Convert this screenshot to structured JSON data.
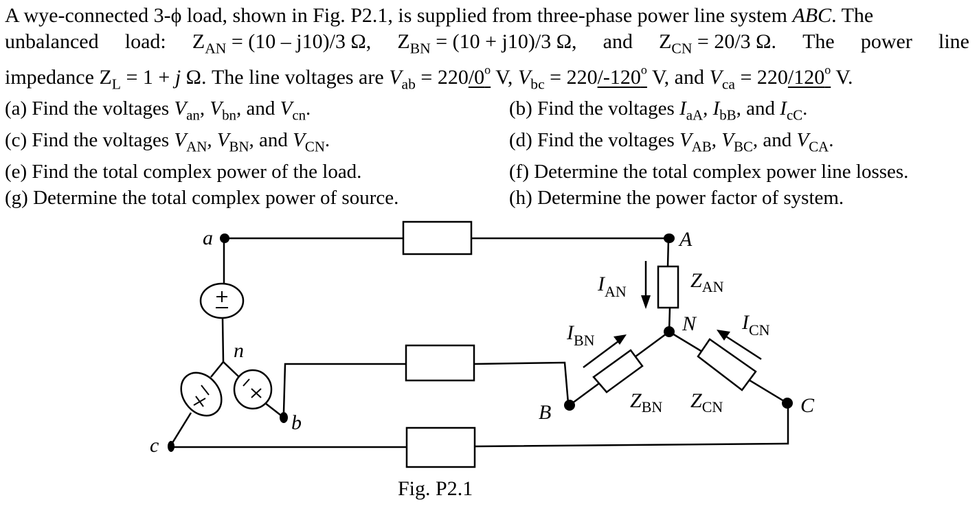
{
  "problem": {
    "line1": {
      "p1": "A wye-connected 3-",
      "phi": "ϕ",
      "p2": " load, shown in Fig. P2.1, is supplied from three-phase power line system ",
      "abc": "ABC",
      "p3": ". The"
    },
    "line2": {
      "w1": "unbalanced",
      "w2": "load:",
      "zan_sym": "Z",
      "zan_sub": "AN",
      "zan_val": "= (10 – j10)/3 Ω,",
      "zbn_sym": "Z",
      "zbn_sub": "BN",
      "zbn_val": "= (10 + j10)/3 Ω,",
      "and": "and",
      "zcn_sym": "Z",
      "zcn_sub": "CN",
      "zcn_val": "= 20/3 Ω.",
      "w3": "The",
      "w4": "power",
      "w5": "line"
    },
    "line3": {
      "p1": "impedance ",
      "zl_sym": "Z",
      "zl_sub": "L",
      "p2": " = 1 + ",
      "j": "j",
      "p3": " Ω. The line voltages are ",
      "vab_sym": "V",
      "vab_sub": "ab",
      "vab_eq": " = 220",
      "vab_ang": "/0",
      "deg": "o",
      "unit": " V, ",
      "vbc_sym": "V",
      "vbc_sub": "bc",
      "vbc_eq": " = 220",
      "vbc_ang": "/-120",
      "unit2": " V, and ",
      "vca_sym": "V",
      "vca_sub": "ca",
      "vca_eq": " = 220",
      "vca_ang": "/120",
      "unit3": " V."
    },
    "parts": [
      {
        "id": "a",
        "text": "(a) Find the voltages ",
        "vars": [
          {
            "sym": "V",
            "sub": "an"
          },
          {
            "sym": "V",
            "sub": "bn"
          },
          {
            "sym": "V",
            "sub": "cn"
          }
        ]
      },
      {
        "id": "b",
        "text": "(b) Find the voltages ",
        "vars": [
          {
            "sym": "I",
            "sub": "aA"
          },
          {
            "sym": "I",
            "sub": "bB"
          },
          {
            "sym": "I",
            "sub": "cC"
          }
        ]
      },
      {
        "id": "c",
        "text": "(c) Find the voltages ",
        "vars": [
          {
            "sym": "V",
            "sub": "AN"
          },
          {
            "sym": "V",
            "sub": "BN"
          },
          {
            "sym": "V",
            "sub": "CN"
          }
        ]
      },
      {
        "id": "d",
        "text": "(d) Find the voltages ",
        "vars": [
          {
            "sym": "V",
            "sub": "AB"
          },
          {
            "sym": "V",
            "sub": "BC"
          },
          {
            "sym": "V",
            "sub": "CA"
          }
        ]
      },
      {
        "id": "e",
        "text": "(e) Find the total complex power of the load."
      },
      {
        "id": "f",
        "text": "(f)  Determine the total complex power line losses."
      },
      {
        "id": "g",
        "text": "(g) Determine the total complex power of source."
      },
      {
        "id": "h",
        "text": "(h) Determine the power factor of system."
      }
    ],
    "sep_comma": ", ",
    "sep_and": ", and ",
    "end_dot": "."
  },
  "figure": {
    "caption": "Fig. P2.1",
    "source_nodes": {
      "a": "a",
      "b": "b",
      "c": "c",
      "n": "n"
    },
    "load_nodes": {
      "A": "A",
      "B": "B",
      "C": "C",
      "N": "N"
    },
    "impedances": {
      "zan": {
        "sym": "Z",
        "sub": "AN"
      },
      "zbn": {
        "sym": "Z",
        "sub": "BN"
      },
      "zcn": {
        "sym": "Z",
        "sub": "CN"
      }
    },
    "currents": {
      "ian": {
        "sym": "I",
        "sub": "AN"
      },
      "ibn": {
        "sym": "I",
        "sub": "BN"
      },
      "icn": {
        "sym": "I",
        "sub": "CN"
      }
    },
    "source_symbols": {
      "plus": "+",
      "minus": "−"
    }
  }
}
